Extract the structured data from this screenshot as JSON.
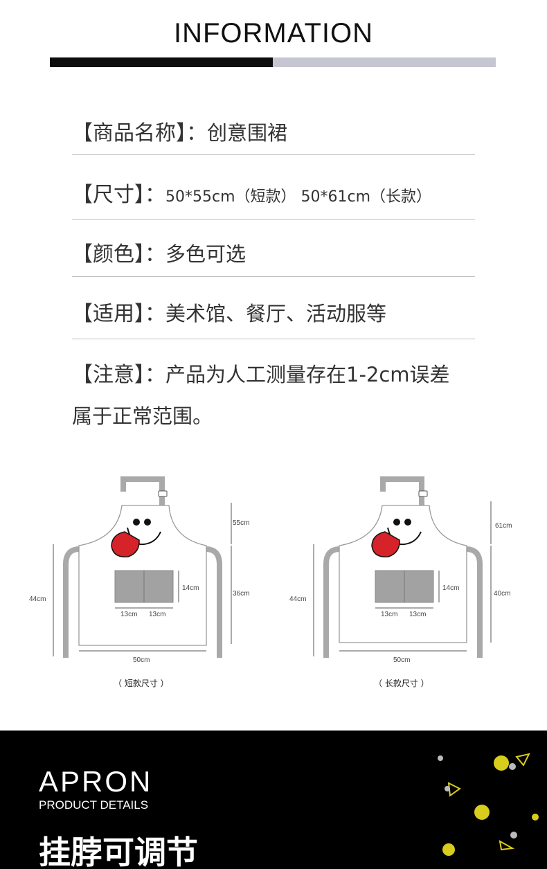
{
  "header": {
    "title": "INFORMATION"
  },
  "info": {
    "name_label": "【商品名称】：",
    "name_value": "创意围裙",
    "size_label": "【尺寸】：",
    "size_value": "50*55cm（短款） 50*61cm（长款）",
    "color_label": "【颜色】：",
    "color_value": "多色可选",
    "use_label": "【适用】：",
    "use_value": "美术馆、餐厅、活动服等",
    "note_label": "【注意】：",
    "note_value": "产品为人工测量存在1-2cm误差",
    "note_value_2": "属于正常范围。"
  },
  "diagrams": {
    "short": {
      "top_height": "55cm",
      "bottom_height": "36cm",
      "side_height": "44cm",
      "pocket_height": "14cm",
      "pocket_w1": "13cm",
      "pocket_w2": "13cm",
      "width": "50cm",
      "caption": "（ 短款尺寸 ）"
    },
    "long": {
      "top_height": "61cm",
      "bottom_height": "40cm",
      "side_height": "44cm",
      "pocket_height": "14cm",
      "pocket_w1": "13cm",
      "pocket_w2": "13cm",
      "width": "50cm",
      "caption": "（ 长款尺寸 ）"
    }
  },
  "footer": {
    "title": "APRON",
    "subtitle": "PRODUCT DETAILS",
    "heading": "挂脖可调节"
  },
  "colors": {
    "bar_dark": "#0d0d0d",
    "bar_light": "#c6c6d2",
    "tongue": "#d6232a",
    "strap": "#a9a9a9",
    "accent_yellow": "#d8cc1c",
    "footer_bg": "#000000"
  }
}
